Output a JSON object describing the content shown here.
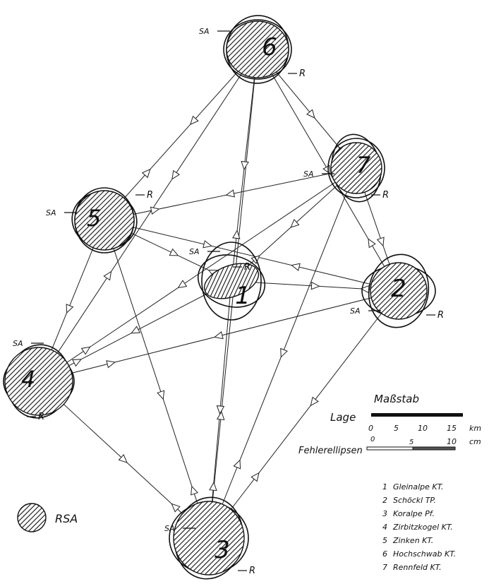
{
  "stations": [
    {
      "id": "1",
      "number_label": "1"
    },
    {
      "id": "2",
      "number_label": "2"
    },
    {
      "id": "3",
      "number_label": "3"
    },
    {
      "id": "4",
      "number_label": "4"
    },
    {
      "id": "5",
      "number_label": "5"
    },
    {
      "id": "6",
      "number_label": "6"
    },
    {
      "id": "7",
      "number_label": "7"
    }
  ],
  "ellipse_labels": {
    "sa": "SA",
    "r": "R"
  },
  "scale": {
    "title": "Maßstab",
    "lage_label": "Lage",
    "lage_ticks": [
      "0",
      "5",
      "10",
      "15"
    ],
    "lage_unit": "km",
    "fehler_label": "Fehlerellipsen",
    "fehler_ticks": [
      "0",
      "5",
      "10"
    ],
    "fehler_unit": "cm"
  },
  "legend_rsa": {
    "label": "RSA"
  },
  "station_list": [
    {
      "num": "1",
      "name": "Gleinalpe KT."
    },
    {
      "num": "2",
      "name": "Schöckl TP."
    },
    {
      "num": "3",
      "name": "Koralpe Pf."
    },
    {
      "num": "4",
      "name": "Zirbitzkogel KT."
    },
    {
      "num": "5",
      "name": "Zinken KT."
    },
    {
      "num": "6",
      "name": "Hochschwab KT."
    },
    {
      "num": "7",
      "name": "Rennfeld KT."
    }
  ]
}
